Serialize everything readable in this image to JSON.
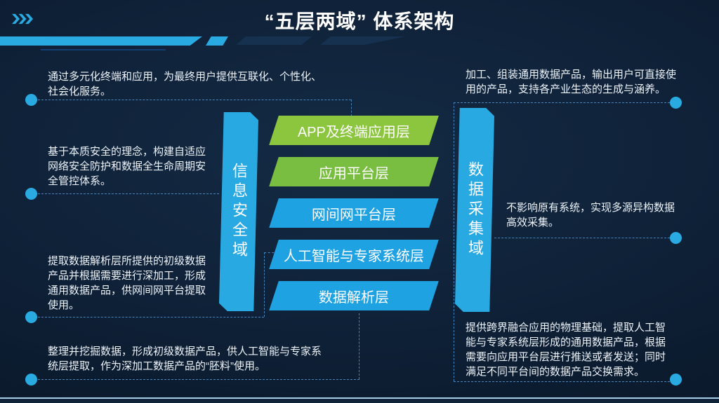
{
  "slide": {
    "title": "“五层两域” 体系架构",
    "chevron_icon": "triple-chevron-right"
  },
  "colors": {
    "background_center": "#142A44",
    "background_edge": "#071120",
    "accent_blue": "#29ABE2",
    "layer_blue": "#1FA2E2",
    "layer_green_top": "#8CC63F",
    "layer_green_second": "#79BE41",
    "dashed_line": "#4585BD",
    "body_text": "#EDF3F9",
    "title_text": "#FFFFFF",
    "bottom_rule": "#A6CCE6"
  },
  "domains": {
    "left": {
      "label": "信息安全域"
    },
    "right": {
      "label": "数据采集域"
    }
  },
  "layers": [
    {
      "label": "APP及终端应用层",
      "color": "green"
    },
    {
      "label": "应用平台层",
      "color": "green"
    },
    {
      "label": "网间网平台层",
      "color": "blue"
    },
    {
      "label": "人工智能与专家系统层",
      "color": "blue"
    },
    {
      "label": "数据解析层",
      "color": "blue"
    }
  ],
  "annotations": {
    "left": [
      {
        "text": "通过多元化终端和应用，为最终用户提供互联化、个性化、\n社会化服务。"
      },
      {
        "text": "基于本质安全的理念，构建自适应\n网络安全防护和数据全生命周期安\n全管控体系。"
      },
      {
        "text": "提取数据解析层所提供的初级数据\n产品并根据需要进行深加工，形成\n通用数据产品，供网间网平台提取\n使用。"
      },
      {
        "text": "整理并挖掘数据，形成初级数据产品，供人工智能与专家系\n统层提取，作为深加工数据产品的“胚料”使用。"
      }
    ],
    "right": [
      {
        "text": "加工、组装通用数据产品，输出用户可直接使\n用的产品，支持各产业生态的生成与涵养。"
      },
      {
        "text": "不影响原有系统，实现多源异构数据\n高效采集。"
      },
      {
        "text": "提供跨界融合应用的物理基础，提取人工智\n能与专家系统层形成的通用数据产品，根据\n需要向应用平台层进行推送或者发送；同时\n满足不同平台间的数据产品交换需求。"
      }
    ]
  }
}
